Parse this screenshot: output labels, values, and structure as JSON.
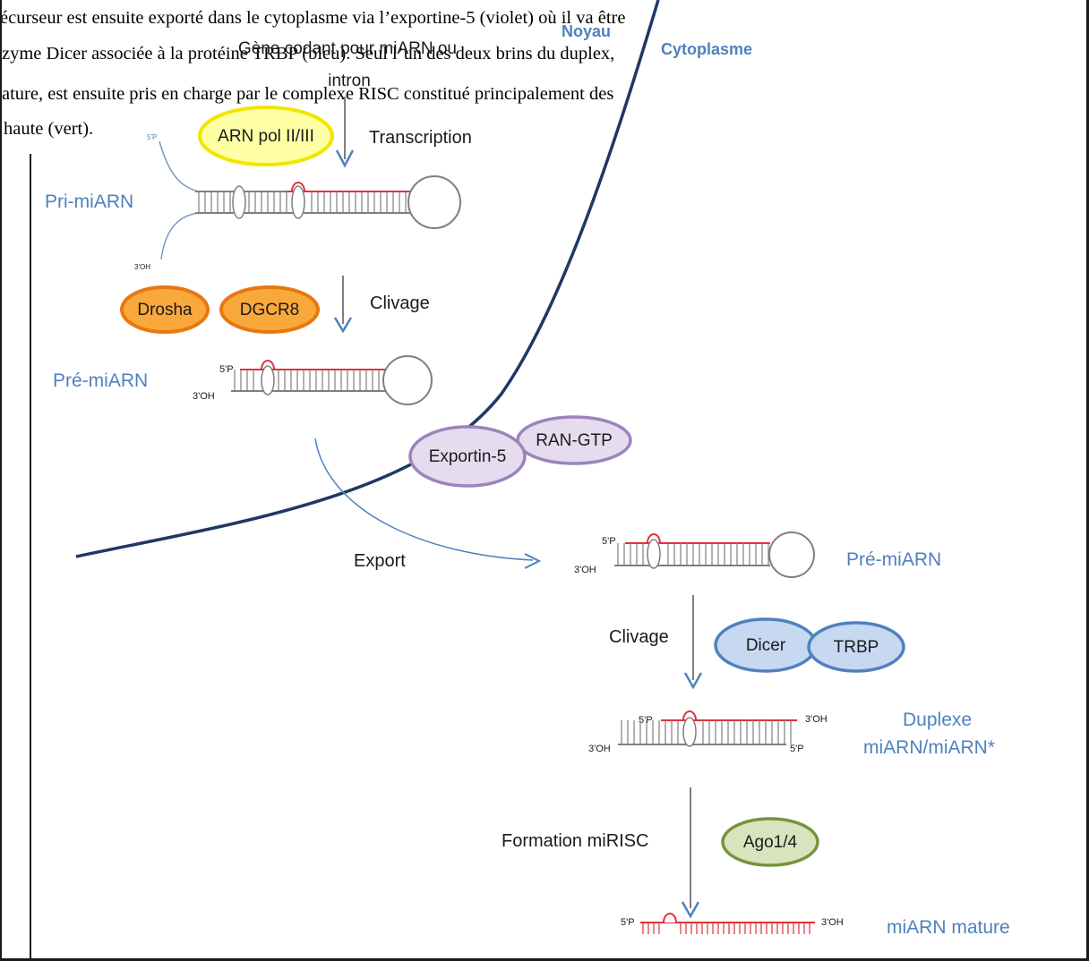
{
  "paragraph": {
    "line1": "écurseur est ensuite exporté dans le cytoplasme via l’exportine-5 (violet) où il va être",
    "line2": "zyme Dicer associée à la protéine TRBP (bleu). Seul l’un des deux brins du duplex,",
    "line3": "ature, est ensuite pris en charge par le complexe RISC constitué principalement des",
    "line4": "haute (vert)."
  },
  "diagram": {
    "compartments": {
      "nucleus": "Noyau",
      "cytoplasm": "Cytoplasme"
    },
    "gene": {
      "line1": "Gène codant pour miARN ou",
      "line2": "intron"
    },
    "steps": {
      "transcription": "Transcription",
      "clivage1": "Clivage",
      "export": "Export",
      "clivage2": "Clivage",
      "formation": "Formation miRISC"
    },
    "rna": {
      "pri": "Pri-miARN",
      "pre_nucleus": "Pré-miARN",
      "pre_cyto": "Pré-miARN",
      "duplex_line1": "Duplexe",
      "duplex_line2": "miARN/miARN*",
      "mature": "miARN mature"
    },
    "proteins": {
      "polymerase": "ARN pol II/III",
      "drosha": "Drosha",
      "dgcr8": "DGCR8",
      "exportin": "Exportin-5",
      "ran": "RAN-GTP",
      "dicer": "Dicer",
      "trbp": "TRBP",
      "ago": "Ago1/4"
    },
    "ends": {
      "five_p": "5'P",
      "three_oh": "3'OH"
    },
    "colors": {
      "rna_label": "#4f81bd",
      "polymerase_fill": "#ffffa6",
      "polymerase_stroke": "#f2e600",
      "drosha_fill": "#f9a93c",
      "drosha_stroke": "#e9770f",
      "exportin_fill": "#e5dcef",
      "exportin_stroke": "#9d83bb",
      "dicer_fill": "#c6d9f1",
      "dicer_stroke": "#4f81bd",
      "ago_fill": "#d7e4bd",
      "ago_stroke": "#77933c",
      "mature_strand": "#e0303a",
      "membrane": "#1f3864"
    }
  }
}
